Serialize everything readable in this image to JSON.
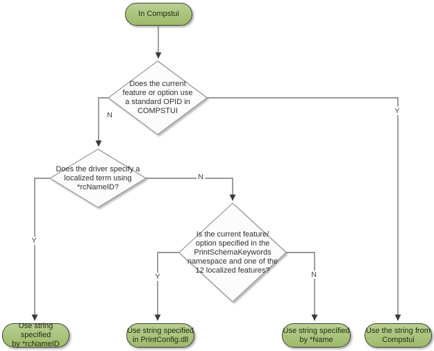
{
  "diagram": {
    "type": "flowchart",
    "nodes": {
      "start": {
        "label": "In Compstui"
      },
      "decision1": {
        "label": "Does the current\nfeature or option use\na standard OPID in\nCOMPSTUI"
      },
      "decision2": {
        "label": "Does the driver specify a\nlocalized term using\n*rcNameID?"
      },
      "decision3": {
        "label": "Is the current feature/\noption specified in the\nPrintSchemaKeywords\nnamespace and one of the\n12 localized features?"
      },
      "terminal1": {
        "label": "Use string specified\nby *rcNameID"
      },
      "terminal2": {
        "label": "Use string specified\nin PrintConfig.dll"
      },
      "terminal3": {
        "label": "Use string specified\nby *Name"
      },
      "terminal4": {
        "label": "Use the string from\nCompstui"
      }
    },
    "edge_labels": {
      "d1_no": "N",
      "d1_yes": "Y",
      "d2_yes": "Y",
      "d2_no": "N",
      "d3_yes": "Y",
      "d3_no": "N"
    },
    "colors": {
      "terminal_fill": "#a9c37c",
      "terminal_border": "#3f4436",
      "decision_fill": "#fcfcfc",
      "decision_border": "#8f8f8f",
      "connector": "#757575",
      "arrowhead": "#3a3a3a",
      "text": "#2e2e2e",
      "background": "#ffffff"
    }
  }
}
